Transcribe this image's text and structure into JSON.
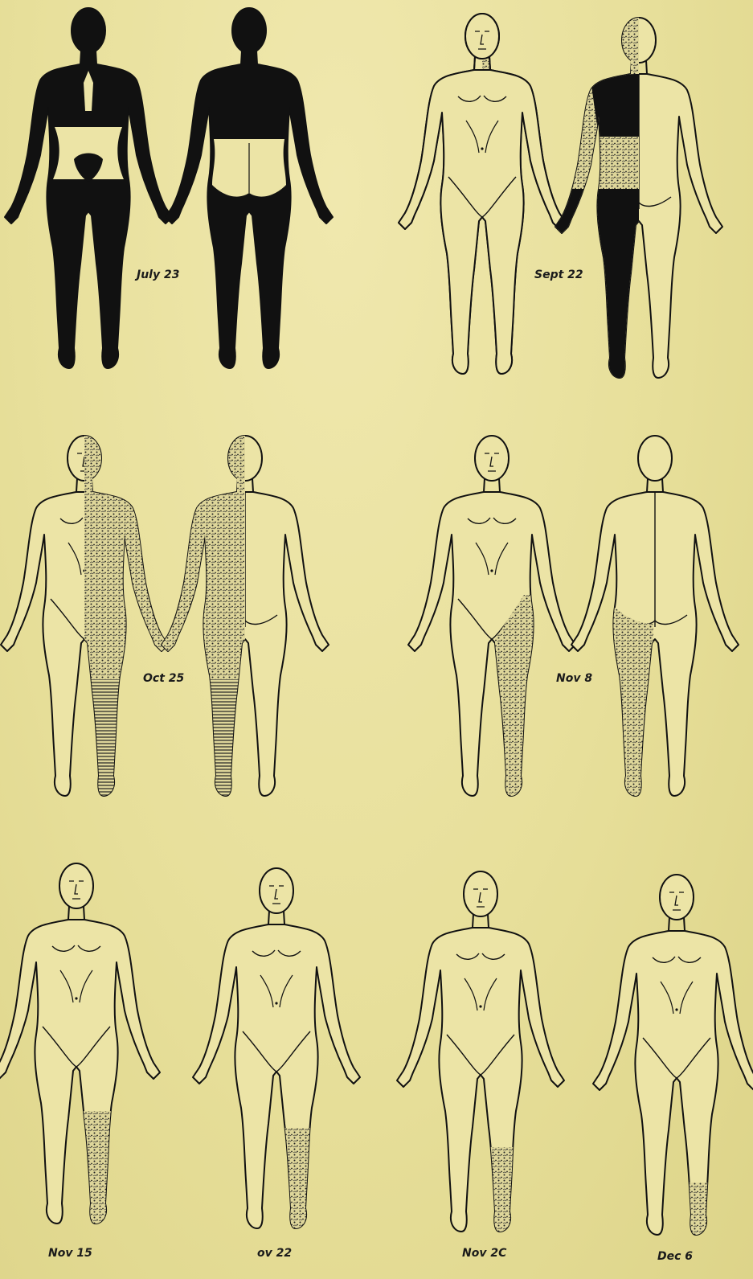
{
  "plate": {
    "paper_color": "#e9e29c",
    "ink_color": "#141414",
    "shading_legend": [
      "solid black",
      "stippled",
      "horizontal hatching"
    ]
  },
  "labels": {
    "july23": "July 23",
    "sept22": "Sept 22",
    "oct25": "Oct 25",
    "nov8": "Nov 8",
    "nov15": "Nov 15",
    "nov22": "ov 22",
    "nov29": "Nov 2C",
    "dec6": "Dec 6"
  }
}
